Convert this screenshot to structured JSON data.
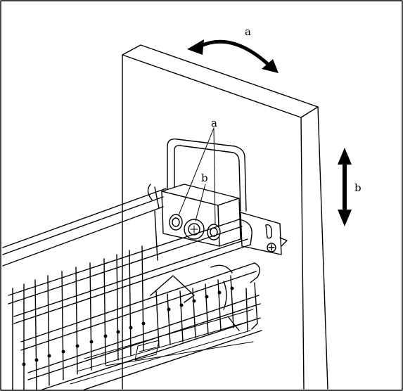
{
  "diagram": {
    "labels": {
      "top_a": "a",
      "side_b": "b",
      "center_a": "a",
      "center_b": "b"
    },
    "colors": {
      "line": "#000000",
      "background": "#ffffff"
    }
  }
}
